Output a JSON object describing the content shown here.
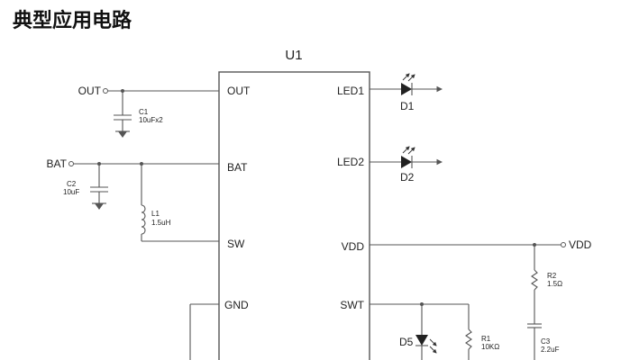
{
  "title": "典型应用电路",
  "chip": {
    "name": "U1",
    "pins": {
      "out": "OUT",
      "bat": "BAT",
      "sw": "SW",
      "gnd": "GND",
      "led1": "LED1",
      "led2": "LED2",
      "vdd": "VDD",
      "swt": "SWT"
    }
  },
  "terminals": {
    "out": "OUT",
    "bat": "BAT",
    "vdd": "VDD"
  },
  "components": {
    "c1": {
      "ref": "C1",
      "value": "10uFx2"
    },
    "c2": {
      "ref": "C2",
      "value": "10uF"
    },
    "l1": {
      "ref": "L1",
      "value": "1.5uH"
    },
    "d1": {
      "ref": "D1"
    },
    "d2": {
      "ref": "D2"
    },
    "d5": {
      "ref": "D5"
    },
    "r1": {
      "ref": "R1",
      "value": "10KΩ"
    },
    "r2": {
      "ref": "R2",
      "value": "1.5Ω"
    },
    "c3": {
      "ref": "C3",
      "value": "2.2uF"
    }
  },
  "colors": {
    "wire": "#555555",
    "text": "#222222",
    "title": "#111111"
  }
}
